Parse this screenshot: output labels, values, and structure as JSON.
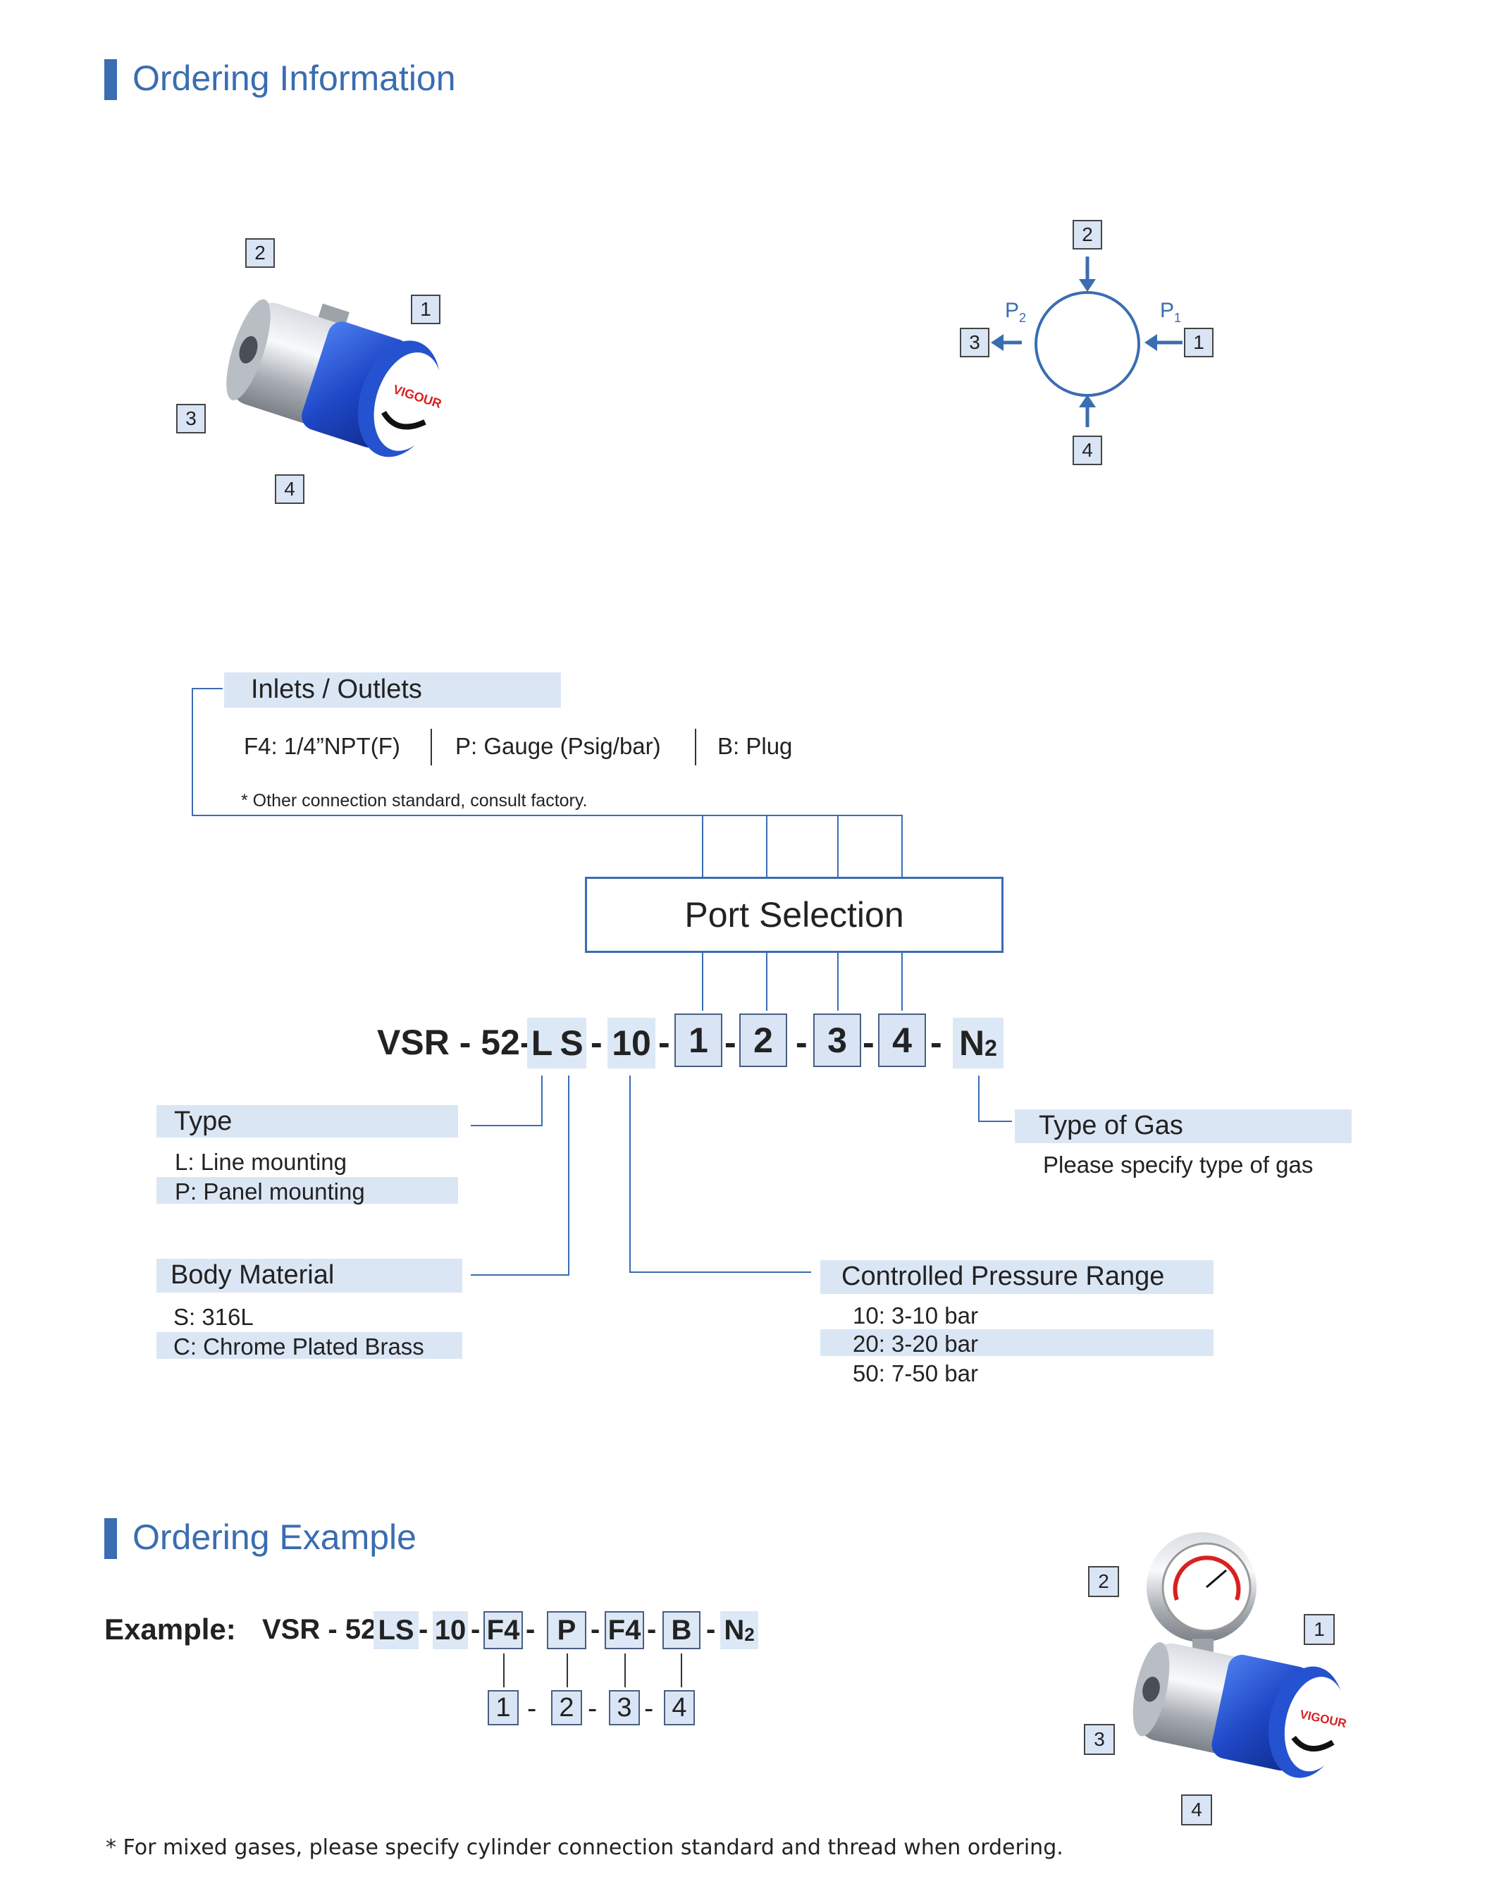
{
  "sections": {
    "ordering_info_title": "Ordering Information",
    "ordering_example_title": "Ordering Example"
  },
  "product_image_1": {
    "brand": "VIGOUR",
    "labels": [
      "2",
      "1",
      "3",
      "4"
    ]
  },
  "port_diagram": {
    "top": "2",
    "left": "3",
    "right": "1",
    "bottom": "4",
    "p2": "P",
    "p2_sub": "2",
    "p1": "P",
    "p1_sub": "1"
  },
  "inlets_outlets": {
    "title": "Inlets / Outlets",
    "options": [
      "F4: 1/4”NPT(F)",
      "P: Gauge (Psig/bar)",
      "B: Plug"
    ],
    "note": "* Other connection standard, consult factory."
  },
  "port_selection": "Port Selection",
  "code": {
    "prefix": "VSR - 52-",
    "l": "L",
    "s": "S",
    "dash": "-",
    "ten": "10",
    "p1": "1",
    "p2": "2",
    "p3": "3",
    "p4": "4",
    "gas": "N",
    "gas_sub": "2"
  },
  "type": {
    "title": "Type",
    "items": [
      "L:  Line mounting",
      "P:  Panel mounting"
    ]
  },
  "body_material": {
    "title": "Body Material",
    "items": [
      "S:  316L",
      "C:  Chrome Plated Brass"
    ]
  },
  "type_of_gas": {
    "title": "Type of Gas",
    "note": "Please specify type of gas"
  },
  "pressure_range": {
    "title": "Controlled Pressure Range",
    "items": [
      "10:  3-10 bar",
      "20:  3-20 bar",
      "50:  7-50 bar"
    ]
  },
  "example": {
    "label": "Example:",
    "prefix": "VSR - 52",
    "ls": "LS",
    "ten": "10",
    "f4a": "F4",
    "p": "P",
    "f4b": "F4",
    "b": "B",
    "gas": "N",
    "gas_sub": "2",
    "dash": "-",
    "nums": [
      "1",
      "2",
      "3",
      "4"
    ]
  },
  "product_image_2": {
    "brand": "VIGOUR",
    "labels": [
      "2",
      "1",
      "3",
      "4"
    ]
  },
  "footnote": "*  For mixed gases, please specify cylinder connection standard and thread when ordering."
}
